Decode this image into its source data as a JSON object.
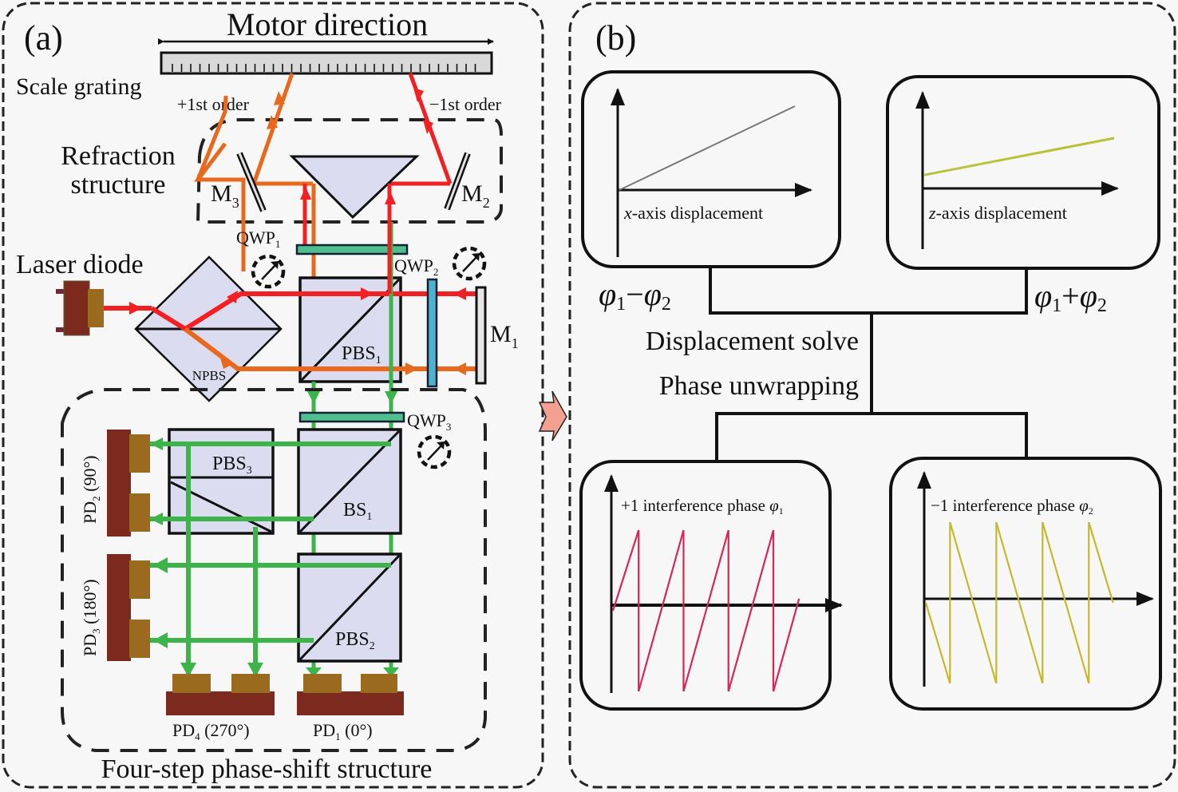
{
  "panel_a": {
    "label": "(a)",
    "motor_direction": "Motor direction",
    "scale_grating": "Scale grating",
    "plus_first_order": "+1st order",
    "minus_first_order": "−1st order",
    "refraction_structure_line1": "Refraction",
    "refraction_structure_line2": "structure",
    "laser_diode": "Laser diode",
    "mirrors": {
      "m1": "M",
      "m1_sub": "1",
      "m2": "M",
      "m2_sub": "2",
      "m3": "M",
      "m3_sub": "3"
    },
    "waveplates": {
      "qwp1": "QWP",
      "qwp1_sub": "1",
      "qwp2": "QWP",
      "qwp2_sub": "2",
      "qwp3": "QWP",
      "qwp3_sub": "3"
    },
    "npbs": "NPBS",
    "pbs1": "PBS",
    "pbs1_sub": "1",
    "pbs2": "PBS",
    "pbs2_sub": "2",
    "pbs3": "PBS",
    "pbs3_sub": "3",
    "bs1": "BS",
    "bs1_sub": "1",
    "detectors": {
      "pd1": "PD",
      "pd1_sub": "1",
      "pd1_phase": " (0°)",
      "pd2": "PD",
      "pd2_sub": "2",
      "pd2_phase": " (90°)",
      "pd3": "PD",
      "pd3_sub": "3",
      "pd3_phase": " (180°)",
      "pd4": "PD",
      "pd4_sub": "4",
      "pd4_phase": " (270°)"
    },
    "four_step_structure": "Four-step phase-shift structure",
    "colors": {
      "beam_red": "#f21f23",
      "beam_orange": "#e8681e",
      "beam_green": "#3cb44a",
      "prism_fill": "#dcdcf0",
      "qwp_fill": "#4fbf8f",
      "detector_base": "#7b2a1d",
      "detector_cell": "#9a6a1f"
    }
  },
  "panel_b": {
    "label": "(b)",
    "x_axis_plot_label_var": "x",
    "x_axis_plot_label": "-axis displacement",
    "z_axis_plot_label_var": "z",
    "z_axis_plot_label": "-axis displacement",
    "phi_diff": {
      "a": "φ",
      "a_sub": "1",
      "op": "−",
      "b": "φ",
      "b_sub": "2"
    },
    "phi_sum": {
      "a": "φ",
      "a_sub": "1",
      "op": "+",
      "b": "φ",
      "b_sub": "2"
    },
    "displacement_solve": "Displacement solve",
    "phase_unwrapping": "Phase unwrapping",
    "plus1_phase_label": "+1 interference phase ",
    "plus1_phase_var": "φ",
    "plus1_phase_sub": "1",
    "minus1_phase_label": "−1 interference phase ",
    "minus1_phase_var": "φ",
    "minus1_phase_sub": "2",
    "colors": {
      "x_line": "#777777",
      "z_line": "#b8c23a",
      "plus1_wave": "#d9245a",
      "minus1_wave": "#c9b72a"
    }
  },
  "chart_data": [
    {
      "type": "line",
      "title": "x-axis displacement",
      "xlabel": "x-axis displacement",
      "ylabel": "",
      "x": [
        0,
        1
      ],
      "values": [
        0,
        0.75
      ],
      "ylim": [
        0,
        1
      ],
      "grid": false
    },
    {
      "type": "line",
      "title": "z-axis displacement",
      "xlabel": "z-axis displacement",
      "ylabel": "",
      "x": [
        0,
        1
      ],
      "values": [
        0.12,
        0.45
      ],
      "ylim": [
        0,
        1
      ],
      "grid": false
    },
    {
      "type": "line",
      "title": "+1 interference phase φ1",
      "xlabel": "",
      "ylabel": "",
      "x": [
        0.0,
        0.12,
        0.12,
        0.33,
        0.33,
        0.54,
        0.54,
        0.75,
        0.75,
        0.87
      ],
      "values": [
        0.0,
        1.0,
        -1.0,
        1.0,
        -1.0,
        1.0,
        -1.0,
        1.0,
        -1.0,
        0.15
      ],
      "ylim": [
        -1,
        1
      ],
      "grid": false
    },
    {
      "type": "line",
      "title": "−1 interference phase φ2",
      "xlabel": "",
      "ylabel": "",
      "x": [
        0.0,
        0.11,
        0.11,
        0.32,
        0.32,
        0.53,
        0.53,
        0.74,
        0.74,
        0.85
      ],
      "values": [
        0.0,
        -1.0,
        1.0,
        -1.0,
        1.0,
        -1.0,
        1.0,
        -1.0,
        1.0,
        0.0
      ],
      "ylim": [
        -1,
        1
      ],
      "grid": false
    }
  ]
}
